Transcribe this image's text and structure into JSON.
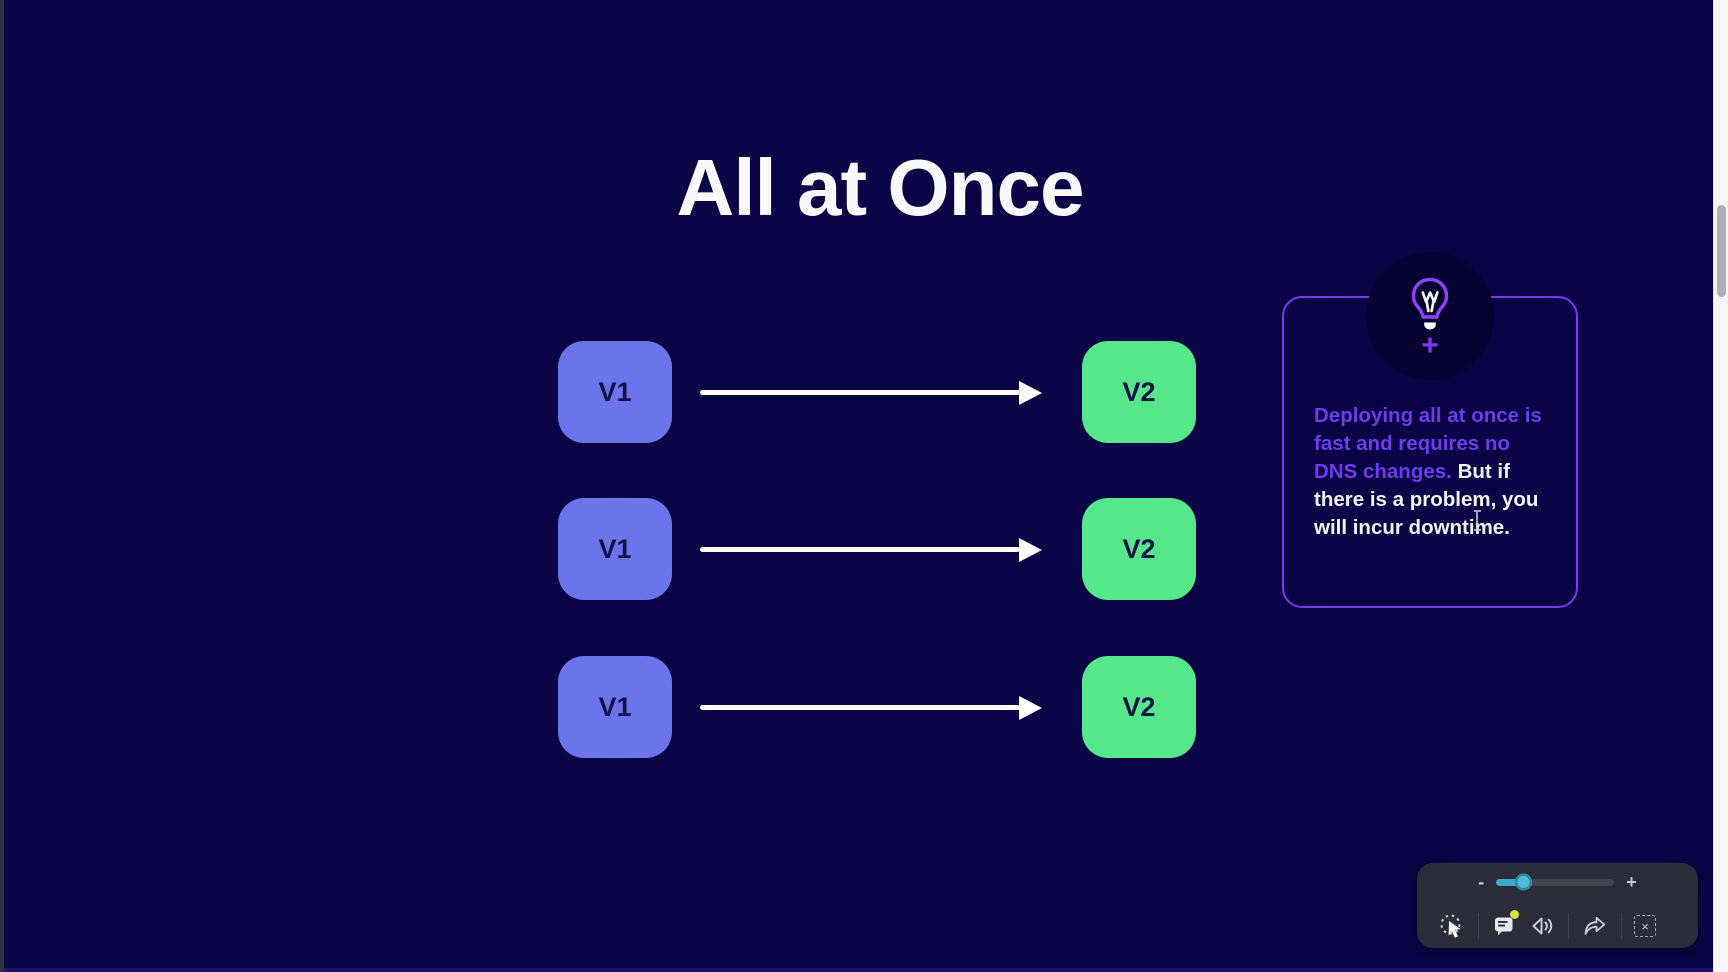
{
  "slide": {
    "title": "All at Once",
    "diagram": {
      "rows": [
        {
          "source_label": "V1",
          "target_label": "V2"
        },
        {
          "source_label": "V1",
          "target_label": "V2"
        },
        {
          "source_label": "V1",
          "target_label": "V2"
        }
      ],
      "arrow_color": "#FFFFFF",
      "source_box_color": "#6B74EB",
      "target_box_color": "#55E789"
    },
    "tip_card": {
      "icon": "lightbulb-icon",
      "expand_symbol": "+",
      "highlight_text": "Deploying all at once is fast and requires no DNS changes.",
      "body_text": "But if there is a problem, you will incur downtime.",
      "border_color": "#7C3AED",
      "highlight_color": "#6F3BEC"
    },
    "background_color": "#0A0346"
  },
  "player_toolbar": {
    "zoom_out_label": "-",
    "zoom_in_label": "+",
    "zoom_slider_value": 0.22,
    "slider_color": "#3FA9C9",
    "icons": [
      "pointer-icon",
      "comments-icon",
      "volume-icon",
      "share-icon",
      "close-icon"
    ],
    "comments_badge_color": "#D9E23E",
    "close_symbol": "×"
  }
}
